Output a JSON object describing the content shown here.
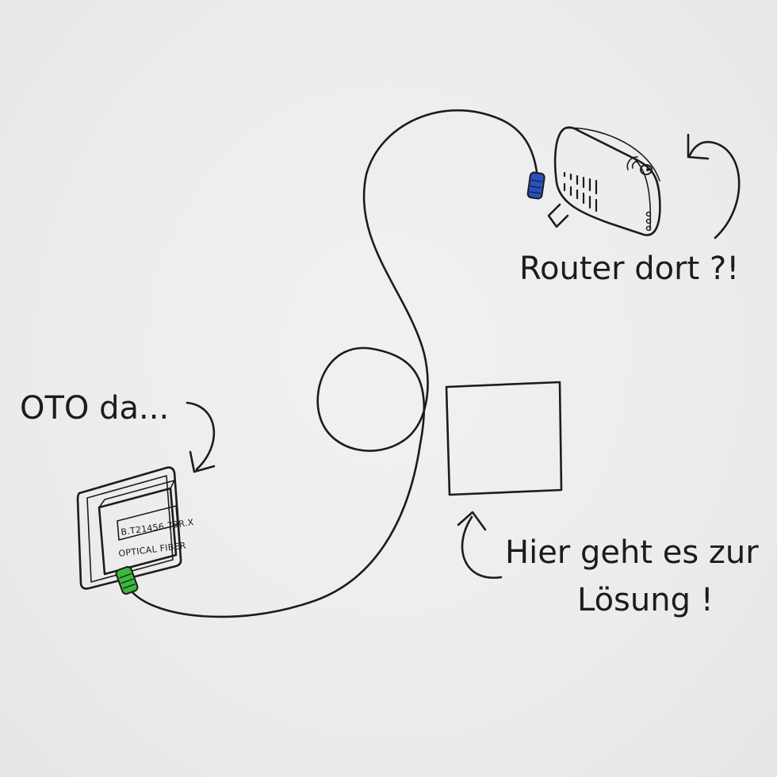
{
  "labels": {
    "oto": "OTO da...",
    "router": "Router dort ?!",
    "hint_line1": "Hier geht es zur",
    "hint_line2": "Lösung !",
    "oto_code": "B.T21456.78R.X",
    "oto_type": "OPTICAL FIBER"
  },
  "colors": {
    "background": "#ececec",
    "ink": "#1c1c1c",
    "connector_green": "#3cb83a",
    "connector_blue": "#2a4fc0"
  },
  "icons": {
    "oto_box": "fiber-outlet-icon",
    "router": "router-icon",
    "wifi": "wifi-icon",
    "solution_box": "empty-square"
  }
}
